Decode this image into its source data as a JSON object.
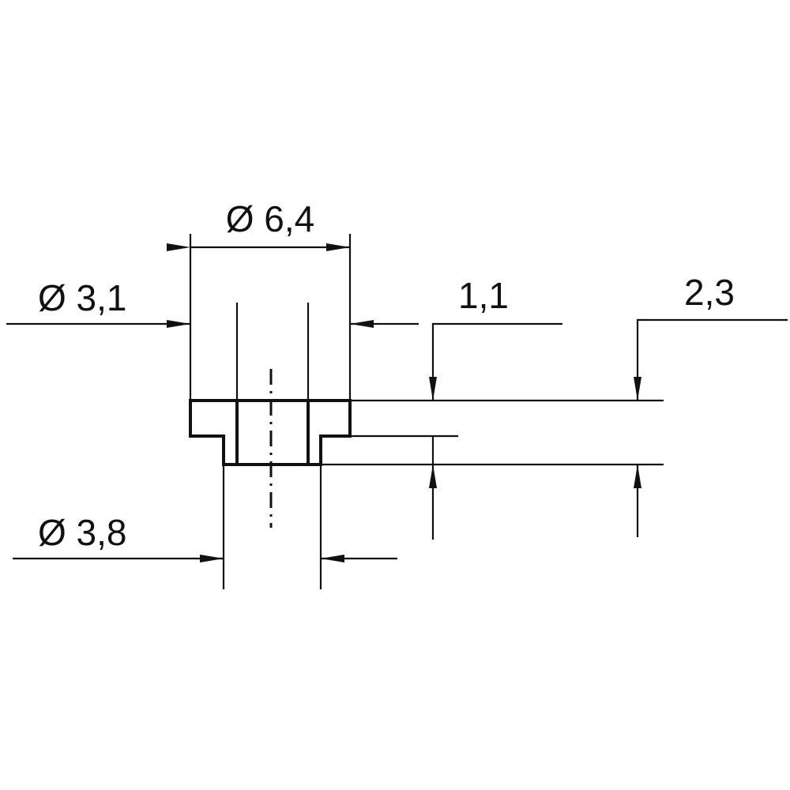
{
  "dimensions": {
    "flange_diameter": "Ø 6,4",
    "hole_diameter": "Ø 3,1",
    "shank_diameter": "Ø 3,8",
    "flange_thickness": "1,1",
    "total_height": "2,3"
  },
  "colors": {
    "line": "#111111",
    "background": "#ffffff"
  }
}
